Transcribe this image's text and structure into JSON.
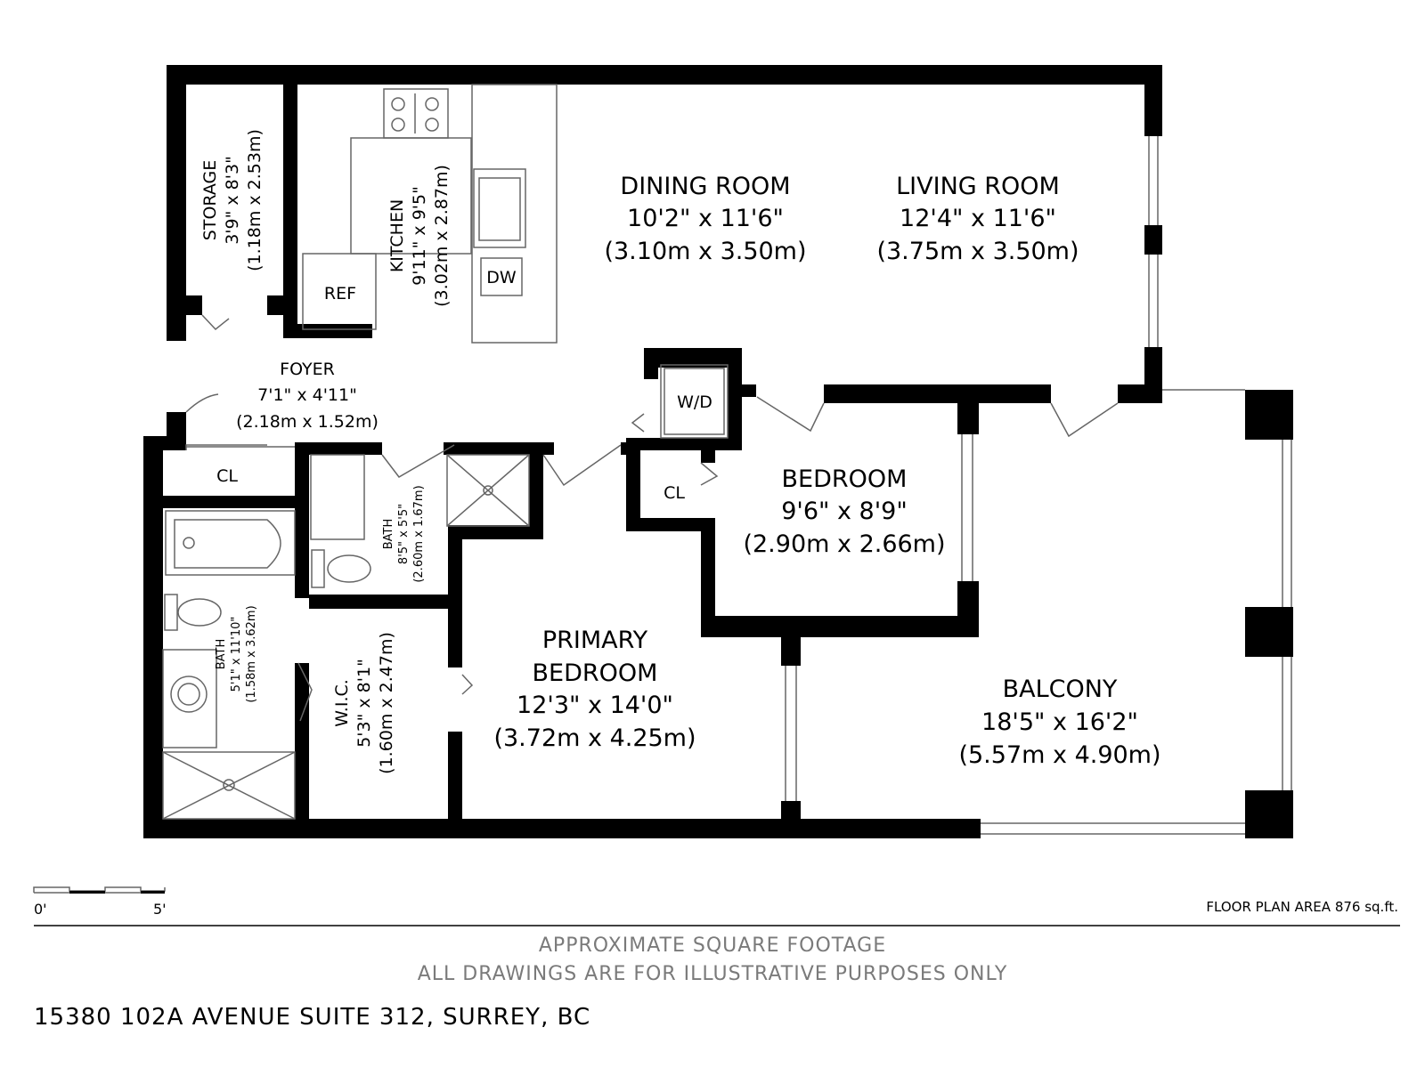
{
  "rooms": {
    "dining": {
      "name": "DINING ROOM",
      "imperial": "10'2\" x 11'6\"",
      "metric": "(3.10m x 3.50m)"
    },
    "living": {
      "name": "LIVING ROOM",
      "imperial": "12'4\" x 11'6\"",
      "metric": "(3.75m x 3.50m)"
    },
    "kitchen": {
      "name": "KITCHEN",
      "imperial": "9'11\" x 9'5\"",
      "metric": "(3.02m x 2.87m)"
    },
    "storage": {
      "name": "STORAGE",
      "imperial": "3'9\" x 8'3\"",
      "metric": "(1.18m x 2.53m)"
    },
    "foyer": {
      "name": "FOYER",
      "imperial": "7'1\" x 4'11\"",
      "metric": "(2.18m x 1.52m)"
    },
    "bedroom": {
      "name": "BEDROOM",
      "imperial": "9'6\" x 8'9\"",
      "metric": "(2.90m x 2.66m)"
    },
    "primary": {
      "name1": "PRIMARY",
      "name2": "BEDROOM",
      "imperial": "12'3\" x 14'0\"",
      "metric": "(3.72m x 4.25m)"
    },
    "balcony": {
      "name": "BALCONY",
      "imperial": "18'5\" x 16'2\"",
      "metric": "(5.57m x 4.90m)"
    },
    "bath1": {
      "name": "BATH",
      "imperial": "8'5\" x 5'5\"",
      "metric": "(2.60m x 1.67m)"
    },
    "bath2": {
      "name": "BATH",
      "imperial": "5'1\" x 11'10\"",
      "metric": "(1.58m x 3.62m)"
    },
    "wic": {
      "name": "W.I.C.",
      "imperial": "5'3\" x 8'1\"",
      "metric": "(1.60m x 2.47m)"
    }
  },
  "fixtures": {
    "ref": "REF",
    "dw": "DW",
    "wd": "W/D",
    "cl_foyer": "CL",
    "cl_bedroom": "CL"
  },
  "scale": {
    "start": "0'",
    "end": "5'"
  },
  "area": "FLOOR PLAN AREA 876 sq.ft.",
  "disclaimer": {
    "line1": "APPROXIMATE SQUARE FOOTAGE",
    "line2": "ALL DRAWINGS ARE FOR ILLUSTRATIVE PURPOSES ONLY"
  },
  "address": "15380 102A AVENUE SUITE 312, SURREY, BC",
  "colors": {
    "wall": "#000000",
    "thin": "#666666",
    "disclaimer": "#7a7a7a"
  }
}
